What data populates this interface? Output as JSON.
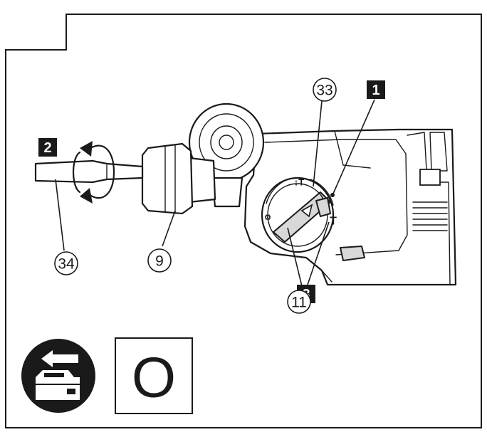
{
  "callouts": {
    "square": [
      {
        "id": "sq-1",
        "label": "1"
      },
      {
        "id": "sq-2",
        "label": "2"
      },
      {
        "id": "sq-3",
        "label": "3"
      }
    ],
    "circled": [
      {
        "id": "c-33",
        "label": "33"
      },
      {
        "id": "c-34",
        "label": "34"
      },
      {
        "id": "c-9",
        "label": "9"
      },
      {
        "id": "c-11",
        "label": "11"
      }
    ]
  },
  "dial": {
    "mark_top": "↕T",
    "mark_right": "T",
    "mark_left": "⚙"
  },
  "battery_icon": {
    "name": "remove-battery-icon"
  },
  "mode_box": {
    "symbol": "O"
  },
  "colors": {
    "ink": "#1a1a1a",
    "background": "#ffffff"
  }
}
